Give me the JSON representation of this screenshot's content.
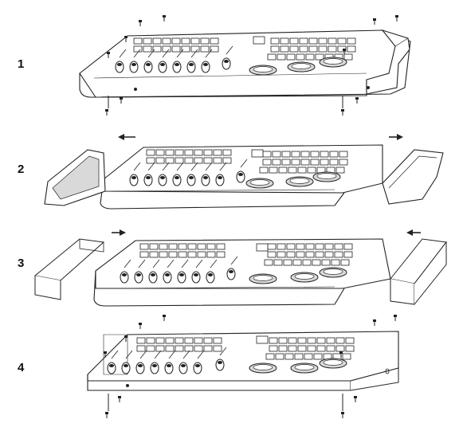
{
  "steps": [
    {
      "number": "1"
    },
    {
      "number": "2"
    },
    {
      "number": "3"
    },
    {
      "number": "4"
    }
  ],
  "colors": {
    "line": "#222222",
    "fill": "#ffffff",
    "shade": "#d9d9d9"
  }
}
